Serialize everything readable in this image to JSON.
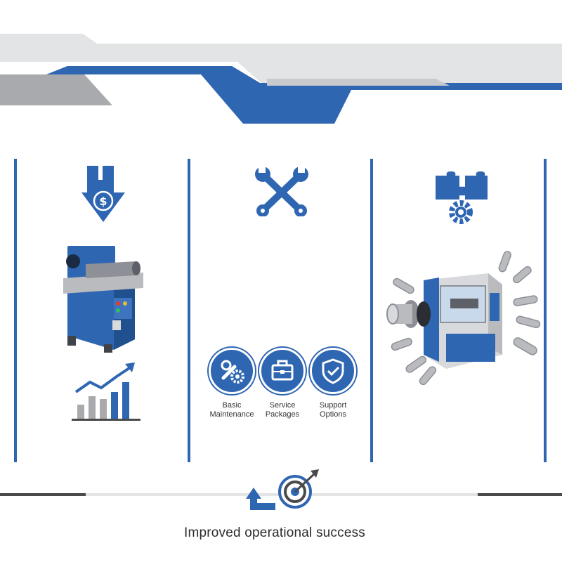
{
  "colors": {
    "brand_blue": "#2f66b2",
    "steel_gray": "#a9aaad",
    "light_gray": "#e3e4e6",
    "dark_gray": "#4a4a4a"
  },
  "icons": {
    "cost": "dollar-down-arrow-icon",
    "tools": "wrench-cross-icon",
    "integration": "puzzle-gear-icon",
    "growth": "bar-chart-growth-icon",
    "goal": "target-arrow-icon"
  },
  "services": [
    {
      "label": "Basic\nMaintenance",
      "icon": "wrench-gear-icon"
    },
    {
      "label": "Service\nPackages",
      "icon": "briefcase-icon"
    },
    {
      "label": "Support\nOptions",
      "icon": "shield-check-icon"
    }
  ],
  "footer": {
    "text": "Improved operational success"
  }
}
